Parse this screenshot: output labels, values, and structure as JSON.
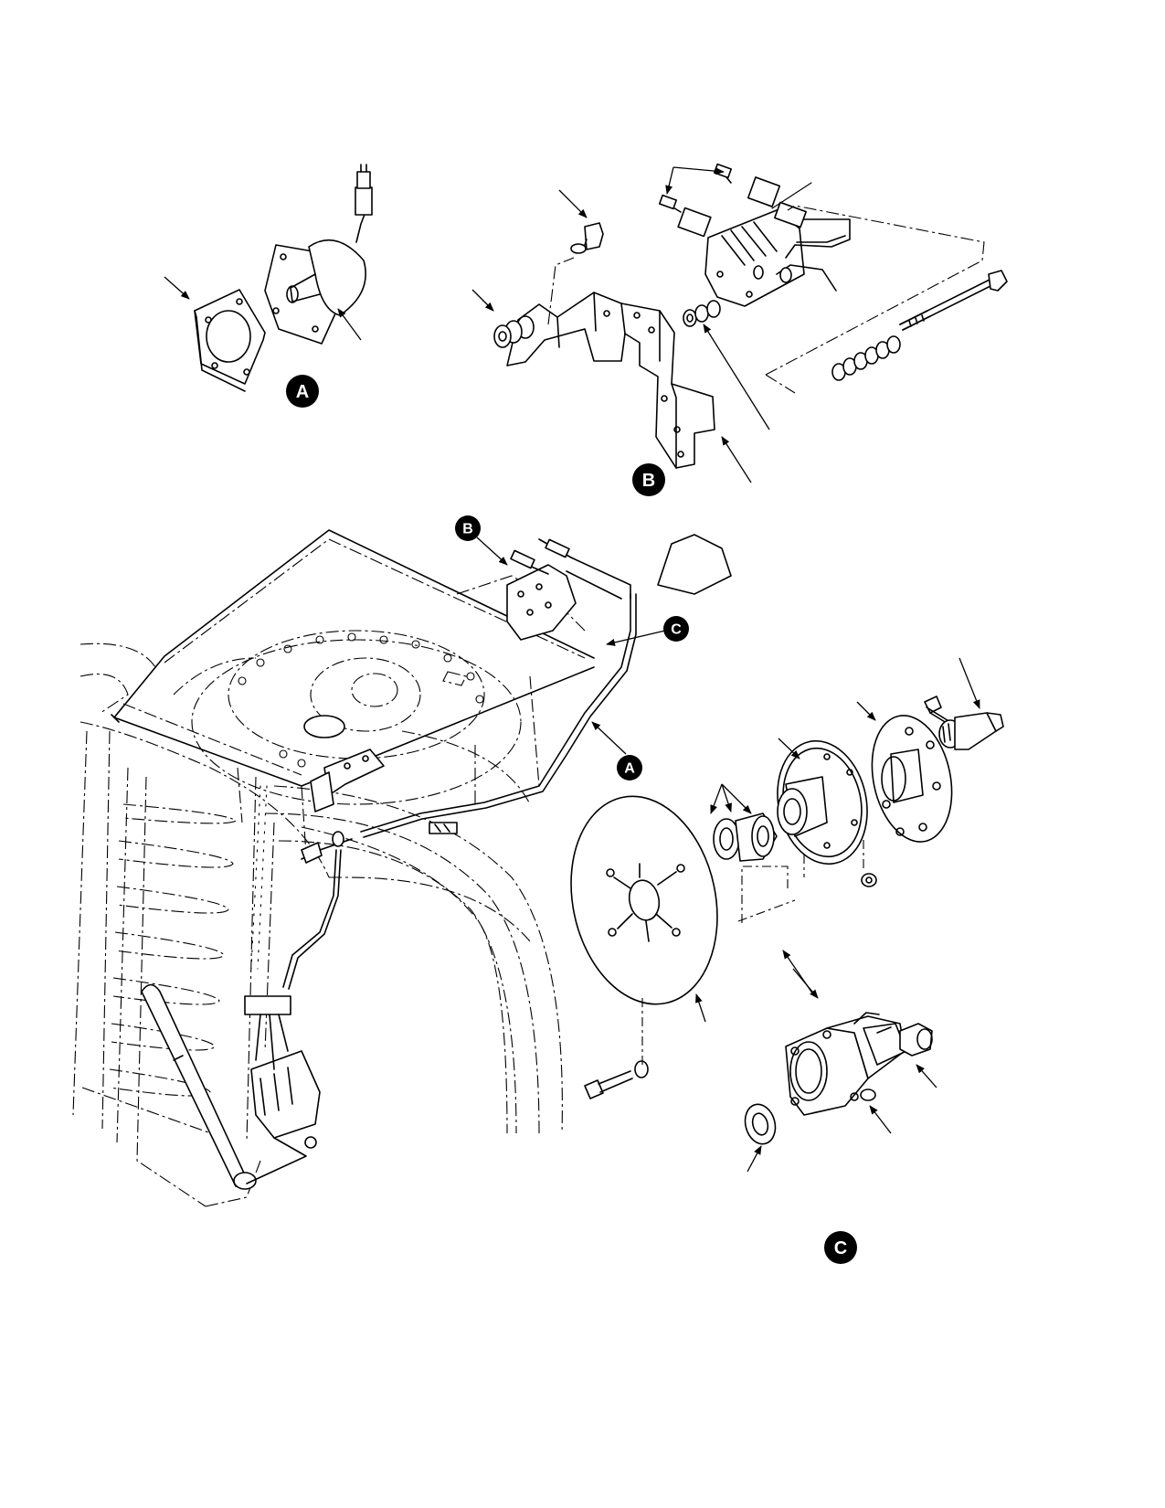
{
  "callouts": {
    "detail_a": "A",
    "detail_b": "B",
    "detail_c": "C",
    "main_b": "B",
    "main_c": "C",
    "main_a": "A"
  }
}
